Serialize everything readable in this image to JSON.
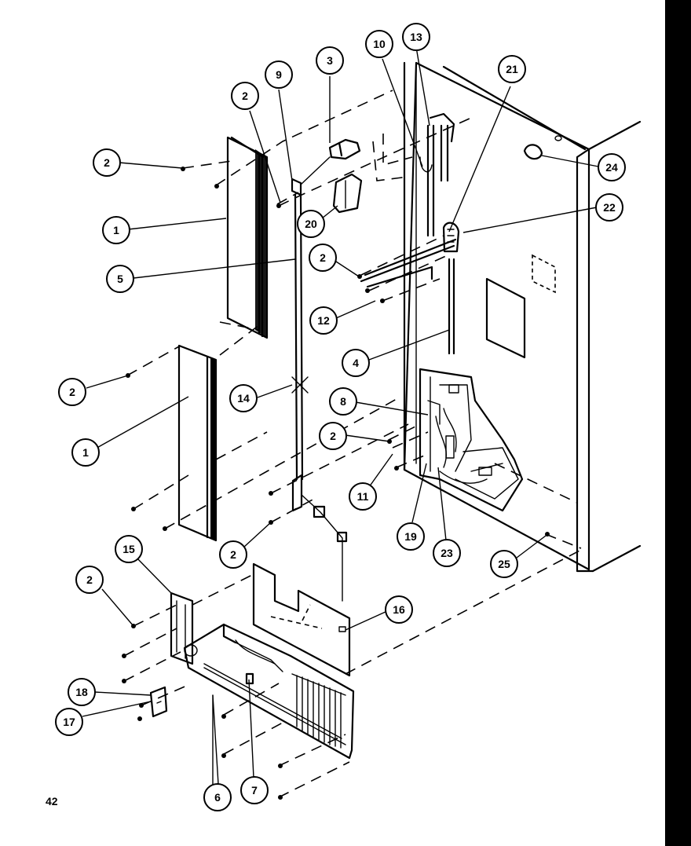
{
  "page_number": "42",
  "callouts": [
    {
      "id": "c-3",
      "label": "3"
    },
    {
      "id": "c-10",
      "label": "10"
    },
    {
      "id": "c-13",
      "label": "13"
    },
    {
      "id": "c-21",
      "label": "21"
    },
    {
      "id": "c-9",
      "label": "9"
    },
    {
      "id": "c-2a",
      "label": "2"
    },
    {
      "id": "c-2b",
      "label": "2"
    },
    {
      "id": "c-24",
      "label": "24"
    },
    {
      "id": "c-22",
      "label": "22"
    },
    {
      "id": "c-20",
      "label": "20"
    },
    {
      "id": "c-1a",
      "label": "1"
    },
    {
      "id": "c-2c",
      "label": "2"
    },
    {
      "id": "c-5",
      "label": "5"
    },
    {
      "id": "c-12",
      "label": "12"
    },
    {
      "id": "c-4",
      "label": "4"
    },
    {
      "id": "c-2d",
      "label": "2"
    },
    {
      "id": "c-14",
      "label": "14"
    },
    {
      "id": "c-8",
      "label": "8"
    },
    {
      "id": "c-2e",
      "label": "2"
    },
    {
      "id": "c-1b",
      "label": "1"
    },
    {
      "id": "c-11",
      "label": "11"
    },
    {
      "id": "c-19",
      "label": "19"
    },
    {
      "id": "c-23",
      "label": "23"
    },
    {
      "id": "c-25",
      "label": "25"
    },
    {
      "id": "c-15",
      "label": "15"
    },
    {
      "id": "c-2f",
      "label": "2"
    },
    {
      "id": "c-2g",
      "label": "2"
    },
    {
      "id": "c-16",
      "label": "16"
    },
    {
      "id": "c-18",
      "label": "18"
    },
    {
      "id": "c-17",
      "label": "17"
    },
    {
      "id": "c-6",
      "label": "6"
    },
    {
      "id": "c-7",
      "label": "7"
    }
  ]
}
